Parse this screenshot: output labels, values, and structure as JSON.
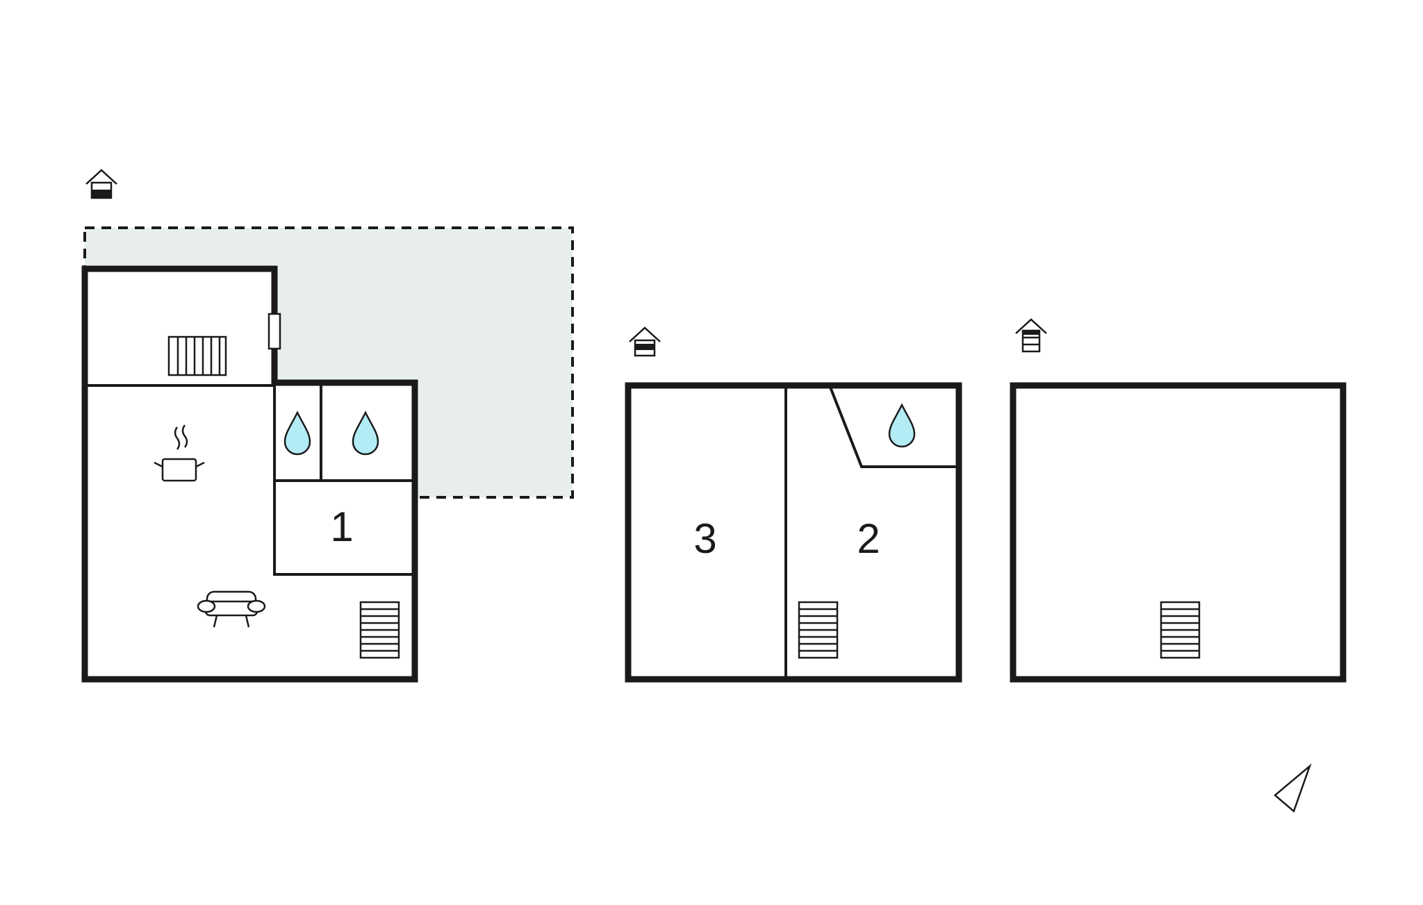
{
  "colors": {
    "wall": "#1a1a1a",
    "terrace_fill": "#e8eeee",
    "water_drop": "#b3ecf4",
    "background": "#ffffff"
  },
  "floors": [
    {
      "level_icon": "house-level-ground-icon",
      "rooms": [
        {
          "label": "1"
        }
      ],
      "icons": [
        "radiator-icon",
        "cooking-pot-icon",
        "water-drop-icon",
        "water-drop-icon",
        "sofa-icon",
        "staircase-icon",
        "window-icon"
      ],
      "has_terrace": true
    },
    {
      "level_icon": "house-level-first-icon",
      "rooms": [
        {
          "label": "3"
        },
        {
          "label": "2"
        }
      ],
      "icons": [
        "water-drop-icon",
        "staircase-icon"
      ]
    },
    {
      "level_icon": "house-level-attic-icon",
      "rooms": [],
      "icons": [
        "staircase-icon"
      ]
    }
  ],
  "compass": "north-arrow-icon"
}
